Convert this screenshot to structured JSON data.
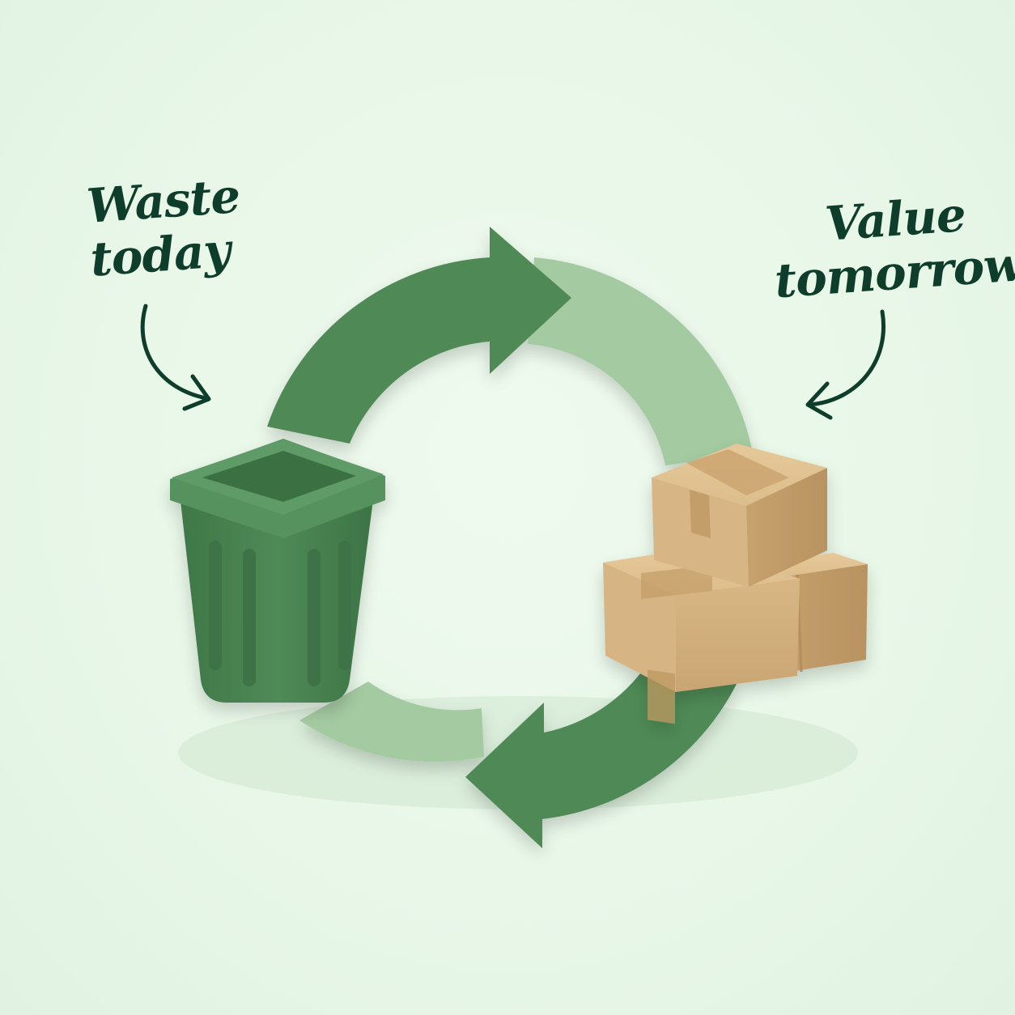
{
  "labels": {
    "left": {
      "line1": "Waste",
      "line2": "today"
    },
    "right": {
      "line1": "Value",
      "line2": "tomorrow"
    }
  },
  "colors": {
    "background": "#e8f7e8",
    "arrow_dark": "#4f8a57",
    "arrow_light": "#a4caa1",
    "bin_green": "#4a8452",
    "box_kraft": "#d2b07f",
    "tape": "#bf9862",
    "text": "#0f3d2c"
  },
  "icons": [
    "trash-bin-icon",
    "cardboard-boxes-icon",
    "cycle-arrows-icon",
    "curved-pointer-arrow-icon"
  ]
}
